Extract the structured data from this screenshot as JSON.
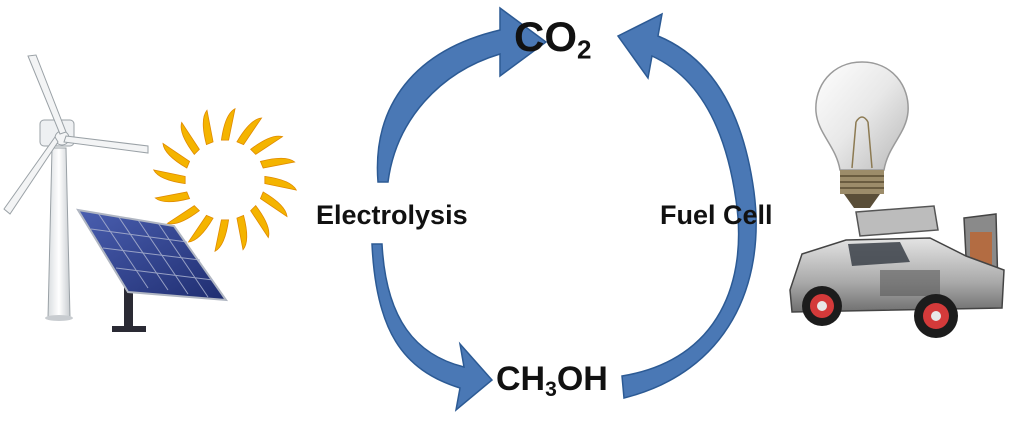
{
  "nodes": {
    "top": {
      "main": "CO",
      "sub": "2",
      "tail": ""
    },
    "bottom": {
      "main": "CH",
      "sub": "3",
      "tail": "OH"
    }
  },
  "edges": {
    "left": "Electrolysis",
    "right": "Fuel Cell"
  },
  "pictures": [
    "wind-turbine",
    "solar-panel",
    "sun",
    "light-bulb",
    "car"
  ],
  "colors": {
    "arrow": "#4a78b5",
    "arrow_edge": "#2c5a94",
    "sun_ray": "#f4b400",
    "panel": "#2c3f8c"
  }
}
